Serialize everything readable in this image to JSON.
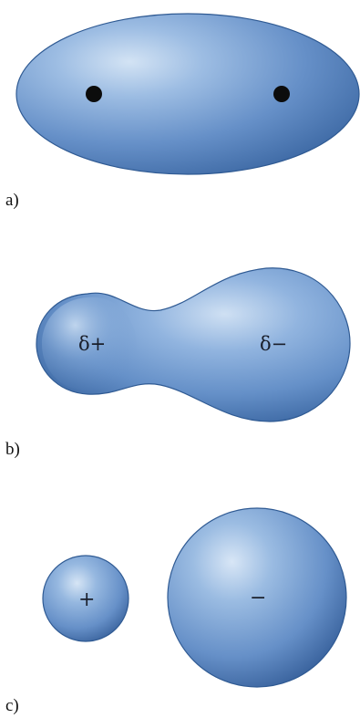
{
  "panels": [
    {
      "id": "a",
      "label": "a)",
      "shape": "ellipsoid",
      "markers": [
        {
          "type": "dot"
        },
        {
          "type": "dot"
        }
      ]
    },
    {
      "id": "b",
      "label": "b)",
      "shape": "peanut",
      "markers": [
        {
          "type": "text",
          "text": "δ+"
        },
        {
          "type": "text",
          "text": "δ−"
        }
      ]
    },
    {
      "id": "c",
      "label": "c)",
      "shape": "two-spheres",
      "markers": [
        {
          "type": "text",
          "text": "+"
        },
        {
          "type": "text",
          "text": "−"
        }
      ]
    }
  ],
  "colors": {
    "blob_highlight": "#c3d8ef",
    "blob_mid": "#6f9bd0",
    "blob_dark": "#3d6aa6",
    "blob_rim": "#2f5a93",
    "marker": "#0c0c0c",
    "label": "#111111"
  }
}
